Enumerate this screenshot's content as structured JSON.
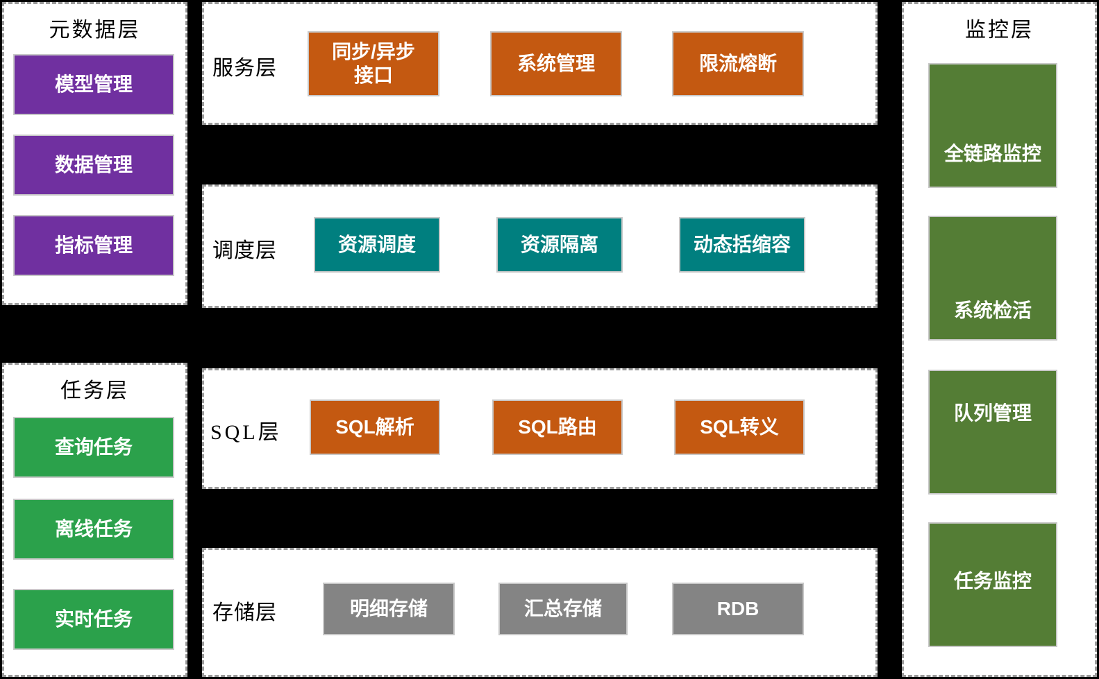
{
  "colors": {
    "background": "#000000",
    "panel_bg": "#ffffff",
    "panel_border": "#9a9a9a",
    "metadata_block": "#7030a0",
    "service_block": "#c45911",
    "schedule_block": "#007f7f",
    "sql_block": "#c45911",
    "storage_block": "#848484",
    "task_block": "#2ba14b",
    "monitor_block": "#547d35",
    "block_text": "#ffffff",
    "label_text": "#000000"
  },
  "metadata_layer": {
    "title": "元数据层",
    "blocks": [
      {
        "label": "模型管理"
      },
      {
        "label": "数据管理"
      },
      {
        "label": "指标管理"
      }
    ]
  },
  "task_layer": {
    "title": "任务层",
    "blocks": [
      {
        "label": "查询任务"
      },
      {
        "label": "离线任务"
      },
      {
        "label": "实时任务"
      }
    ]
  },
  "monitor_layer": {
    "title": "监控层",
    "blocks": [
      {
        "label": "全链路监控"
      },
      {
        "label": "系统检活"
      },
      {
        "label": "队列管理"
      },
      {
        "label": "任务监控"
      }
    ]
  },
  "service_layer": {
    "label": "服务层",
    "blocks": [
      {
        "label": "同步/异步\n接口"
      },
      {
        "label": "系统管理"
      },
      {
        "label": "限流熔断"
      }
    ]
  },
  "schedule_layer": {
    "label": "调度层",
    "blocks": [
      {
        "label": "资源调度"
      },
      {
        "label": "资源隔离"
      },
      {
        "label": "动态括缩容"
      }
    ]
  },
  "sql_layer": {
    "label": "SQL层",
    "blocks": [
      {
        "label": "SQL解析"
      },
      {
        "label": "SQL路由"
      },
      {
        "label": "SQL转义"
      }
    ]
  },
  "storage_layer": {
    "label": "存储层",
    "blocks": [
      {
        "label": "明细存储"
      },
      {
        "label": "汇总存储"
      },
      {
        "label": "RDB"
      }
    ]
  }
}
